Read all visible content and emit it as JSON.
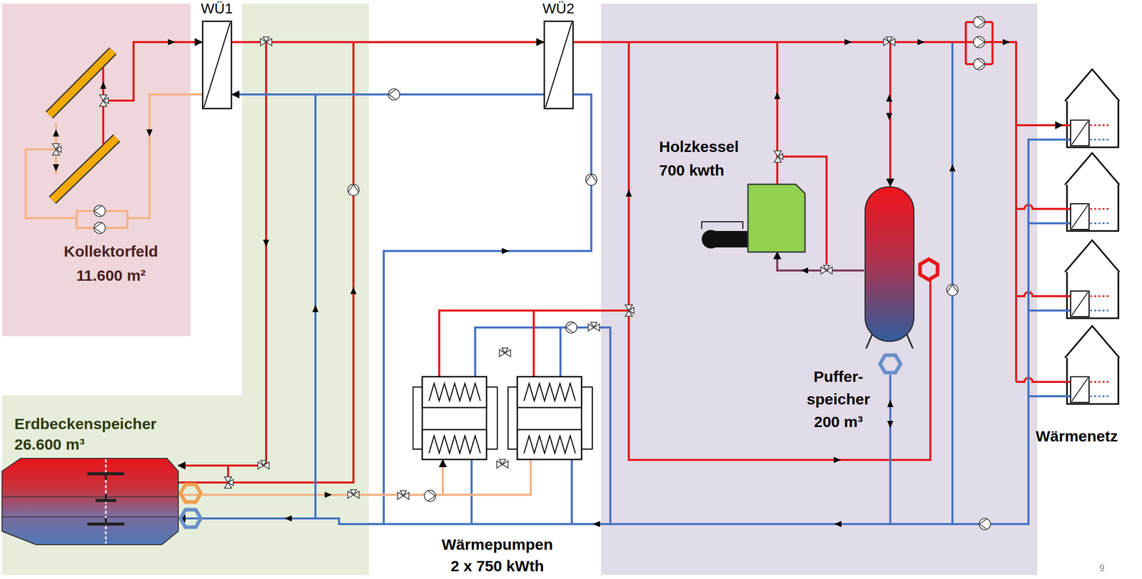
{
  "diagram": {
    "nodes": [
      {
        "text": [
          "Kollektorfeld 11.600 m²"
        ]
      },
      {
        "text": [
          "WÜ1"
        ]
      },
      {
        "text": [
          "WÜ2"
        ]
      },
      {
        "text": [
          "Erdbeckenspeicher 26.600 m³"
        ]
      },
      {
        "text": [
          "Holzkessel 700 kwth"
        ]
      },
      {
        "text": [
          "Puffer- speicher 200 m³"
        ]
      },
      {
        "text": [
          "Wärmepumpen 2 x 750 kWth"
        ]
      },
      {
        "text": [
          "Wärmenetz"
        ]
      }
    ],
    "edges": [
      {
        "from": 0,
        "to": 1,
        "arrow": "to"
      },
      {
        "from": 1,
        "to": 2,
        "arrow": "to"
      },
      {
        "from": 1,
        "to": 3,
        "arrow": "to"
      },
      {
        "from": 3,
        "to": 6,
        "arrow": "to"
      },
      {
        "from": 3,
        "to": 1,
        "arrow": "to"
      },
      {
        "from": 6,
        "to": 5,
        "arrow": "to"
      },
      {
        "from": 4,
        "to": 5,
        "arrow": "to"
      },
      {
        "from": 5,
        "to": 4,
        "arrow": "to"
      },
      {
        "from": 2,
        "to": 7,
        "arrow": "to"
      },
      {
        "from": 7,
        "to": 3,
        "arrow": "to"
      }
    ],
    "labels": [
      "9"
    ]
  }
}
